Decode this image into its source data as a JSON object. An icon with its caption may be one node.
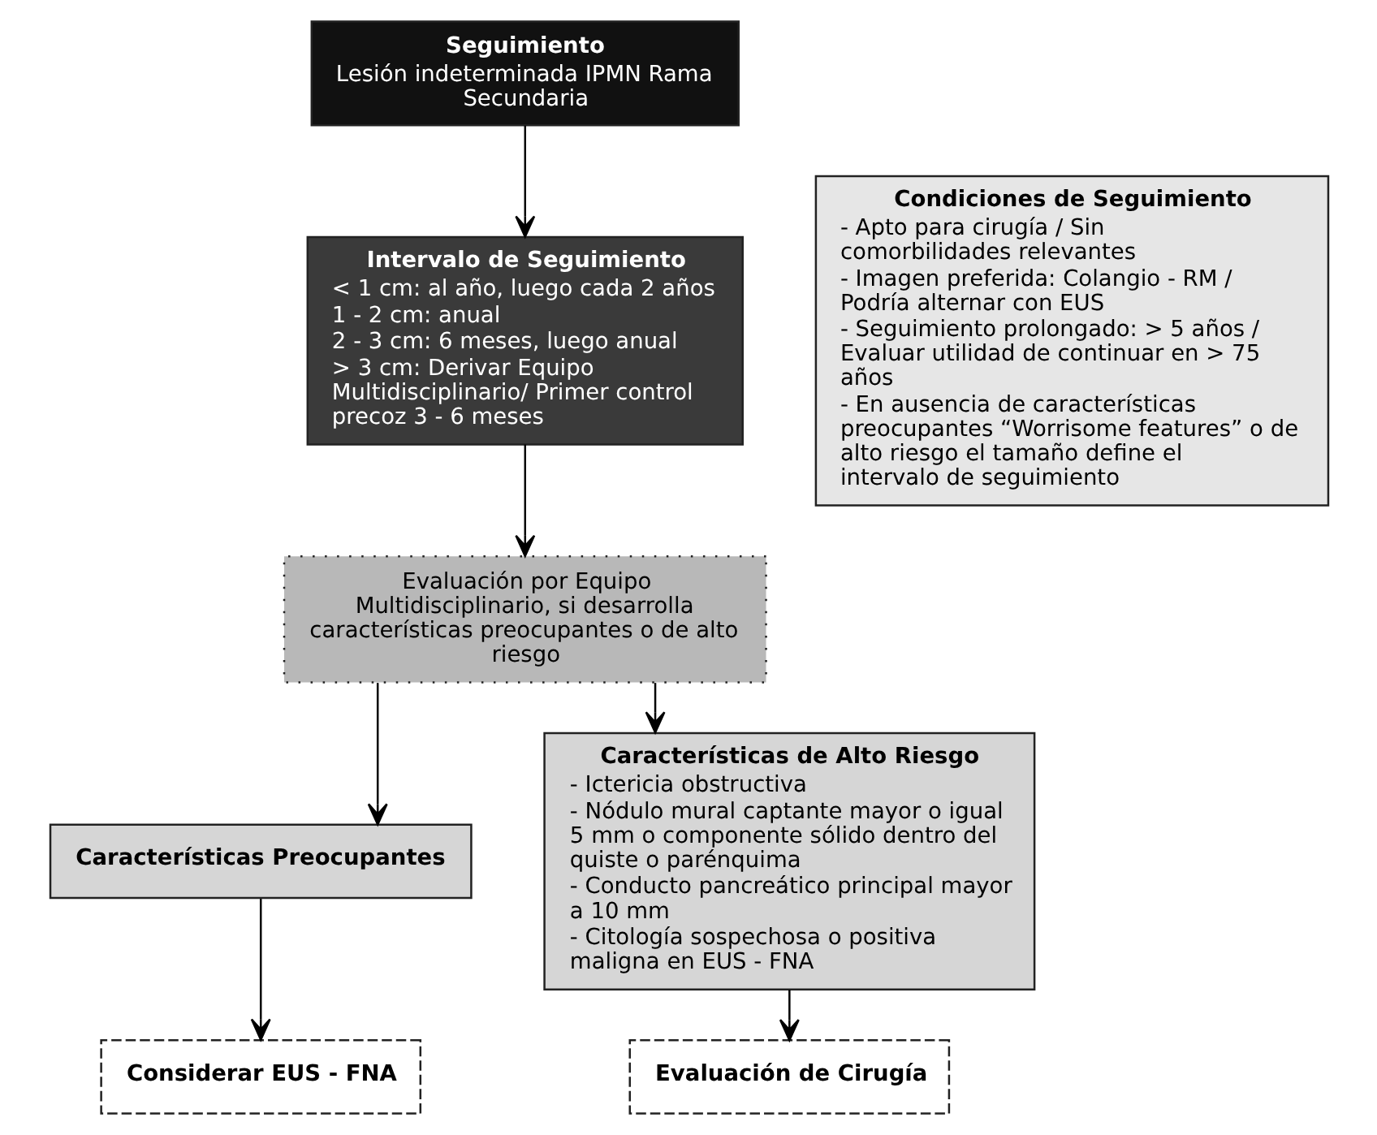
{
  "diagram": {
    "nodes": [
      {
        "text": [
          "Seguimiento",
          "Lesión indeterminada IPMN Rama Secundaria"
        ]
      },
      {
        "text": [
          "Intervalo de Seguimiento",
          "< 1 cm: al año, luego cada 2 años",
          "1 - 2 cm: anual",
          "2 - 3 cm: 6 meses, luego anual",
          "> 3 cm: Derivar Equipo Multidisciplinario/ Primer control precoz 3 - 6 meses"
        ]
      },
      {
        "text": [
          "Condiciones de Seguimiento",
          "- Apto para cirugía / Sin comorbilidades relevantes",
          "- Imagen preferida: Colangio - RM / Podría alternar con EUS",
          "- Seguimiento prolongado: > 5 años / Evaluar utilidad de continuar en > 75 años",
          "- En ausencia de características preocupantes “Worrisome features” o de alto riesgo el tamaño define el intervalo de seguimiento"
        ]
      },
      {
        "text": [
          "Evaluación por Equipo Multidisciplinario, si desarrolla características preocupantes o de alto riesgo"
        ]
      },
      {
        "text": [
          "Características Preocupantes"
        ]
      },
      {
        "text": [
          "Características de Alto Riesgo",
          "- Ictericia obstructiva",
          "- Nódulo mural captante mayor o igual 5 mm o componente sólido dentro del quiste o parénquima",
          "- Conducto pancreático principal mayor a 10 mm",
          "- Citología sospechosa o positiva maligna en EUS - FNA"
        ]
      },
      {
        "text": [
          "Considerar EUS - FNA"
        ]
      },
      {
        "text": [
          "Evaluación de Cirugía"
        ]
      }
    ],
    "edges": [
      {
        "from": 0,
        "to": 1,
        "arrow": "to"
      },
      {
        "from": 1,
        "to": 3,
        "arrow": "to"
      },
      {
        "from": 3,
        "to": 4,
        "arrow": "to"
      },
      {
        "from": 3,
        "to": 5,
        "arrow": "to"
      },
      {
        "from": 4,
        "to": 6,
        "arrow": "to"
      },
      {
        "from": 5,
        "to": 7,
        "arrow": "to"
      }
    ]
  }
}
